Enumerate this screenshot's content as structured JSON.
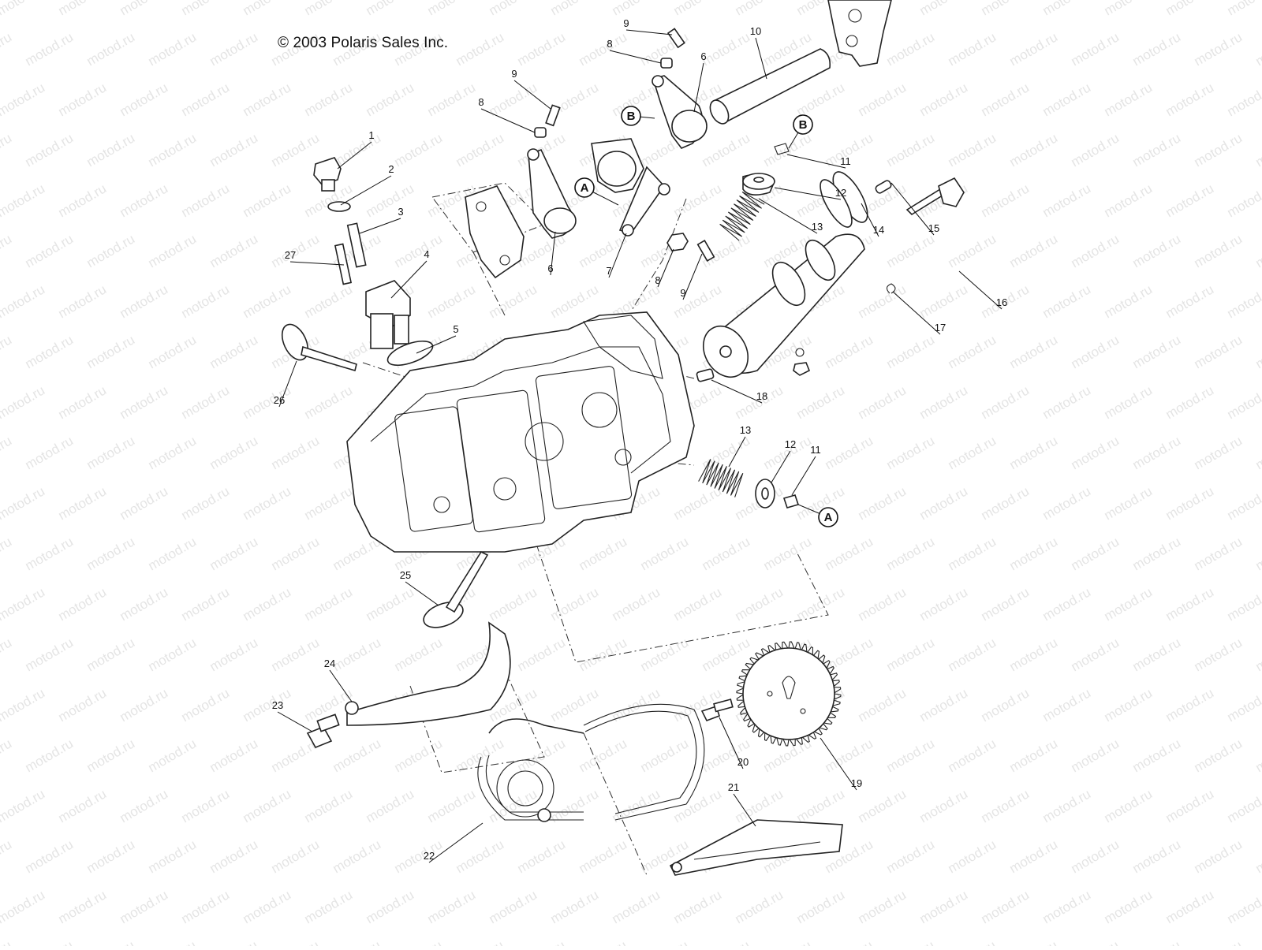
{
  "copyright": "© 2003 Polaris Sales Inc.",
  "watermark_text": "motod.ru",
  "part_labels": [
    {
      "id": "1",
      "text": "1"
    },
    {
      "id": "2",
      "text": "2"
    },
    {
      "id": "3",
      "text": "3"
    },
    {
      "id": "4",
      "text": "4"
    },
    {
      "id": "5",
      "text": "5"
    },
    {
      "id": "6a",
      "text": "6"
    },
    {
      "id": "6b",
      "text": "6"
    },
    {
      "id": "7",
      "text": "7"
    },
    {
      "id": "8a",
      "text": "8"
    },
    {
      "id": "8b",
      "text": "8"
    },
    {
      "id": "8c",
      "text": "8"
    },
    {
      "id": "9a",
      "text": "9"
    },
    {
      "id": "9b",
      "text": "9"
    },
    {
      "id": "9c",
      "text": "9"
    },
    {
      "id": "10",
      "text": "10"
    },
    {
      "id": "11a",
      "text": "11"
    },
    {
      "id": "11b",
      "text": "11"
    },
    {
      "id": "12a",
      "text": "12"
    },
    {
      "id": "12b",
      "text": "12"
    },
    {
      "id": "13a",
      "text": "13"
    },
    {
      "id": "13b",
      "text": "13"
    },
    {
      "id": "14",
      "text": "14"
    },
    {
      "id": "15",
      "text": "15"
    },
    {
      "id": "16",
      "text": "16"
    },
    {
      "id": "17",
      "text": "17"
    },
    {
      "id": "18",
      "text": "18"
    },
    {
      "id": "19",
      "text": "19"
    },
    {
      "id": "20",
      "text": "20"
    },
    {
      "id": "21",
      "text": "21"
    },
    {
      "id": "22",
      "text": "22"
    },
    {
      "id": "23",
      "text": "23"
    },
    {
      "id": "24",
      "text": "24"
    },
    {
      "id": "25",
      "text": "25"
    },
    {
      "id": "26",
      "text": "26"
    },
    {
      "id": "27",
      "text": "27"
    }
  ],
  "callouts": [
    {
      "id": "A1",
      "letter": "A"
    },
    {
      "id": "A2",
      "letter": "A"
    },
    {
      "id": "B1",
      "letter": "B"
    },
    {
      "id": "B2",
      "letter": "B"
    }
  ]
}
